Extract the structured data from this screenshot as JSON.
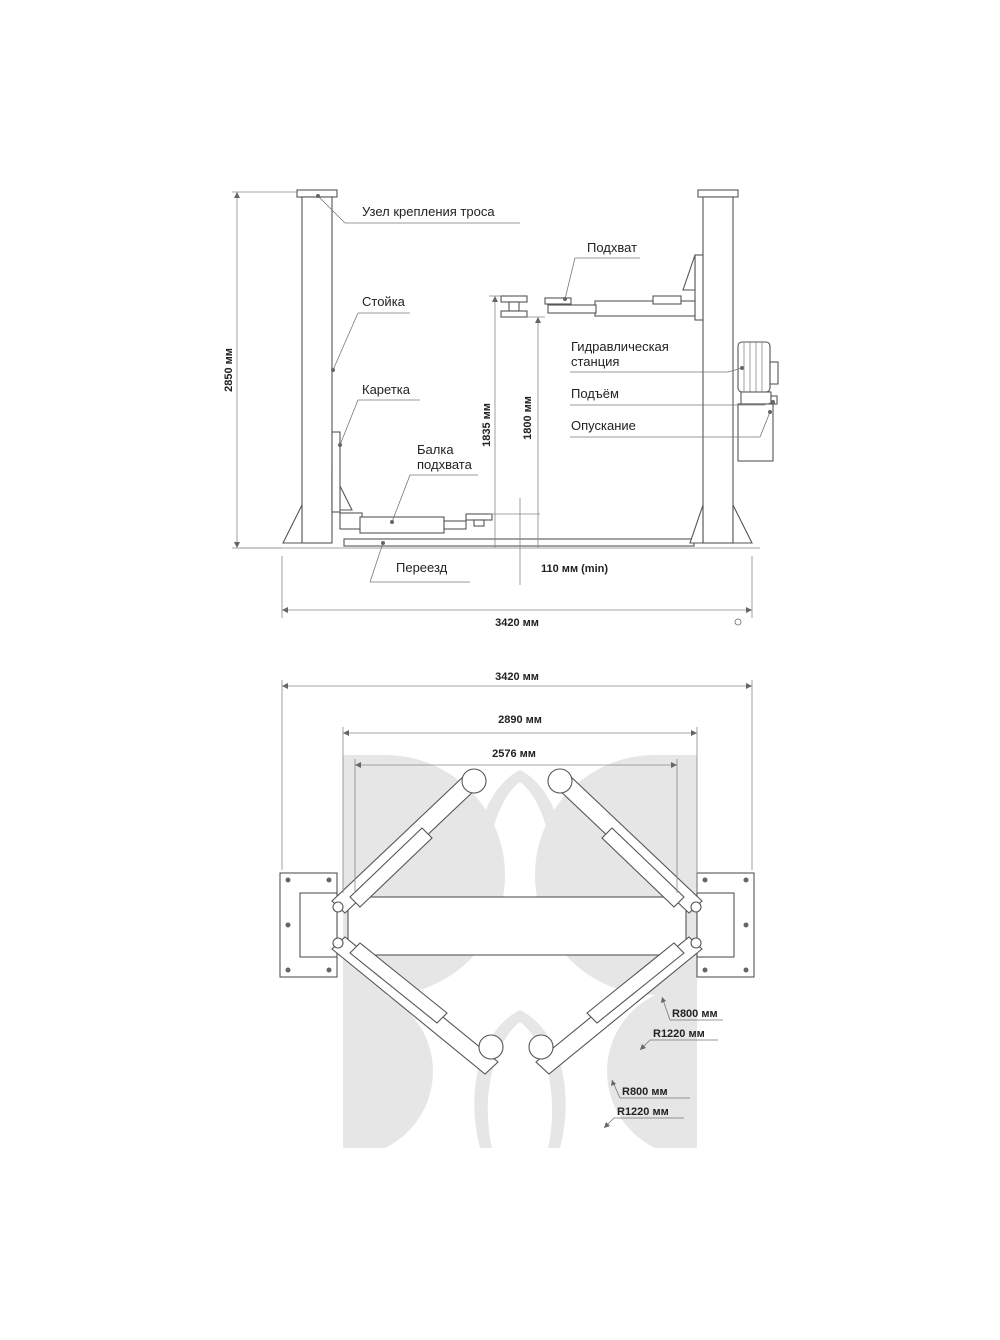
{
  "side_view": {
    "labels": {
      "cable_mount": "Узел крепления троса",
      "post": "Стойка",
      "carriage": "Каретка",
      "lift_arm_line1": "Балка",
      "lift_arm_line2": "подхвата",
      "drive_over": "Переезд",
      "pad": "Подхват",
      "hydraulic_line1": "Гидравлическая",
      "hydraulic_line2": "станция",
      "raise": "Подъём",
      "lower": "Опускание"
    },
    "dimensions": {
      "total_height": "2850 мм",
      "max_lift_1": "1835 мм",
      "max_lift_2": "1800 мм",
      "min_height": "110 мм (min)",
      "overall_width": "3420 мм"
    }
  },
  "top_view": {
    "dimensions": {
      "overall_width": "3420 мм",
      "inner_width": "2890 мм",
      "drive_through": "2576 мм",
      "radius_small_1": "R800 мм",
      "radius_large_1": "R1220 мм",
      "radius_small_2": "R800 мм",
      "radius_large_2": "R1220 мм"
    }
  }
}
